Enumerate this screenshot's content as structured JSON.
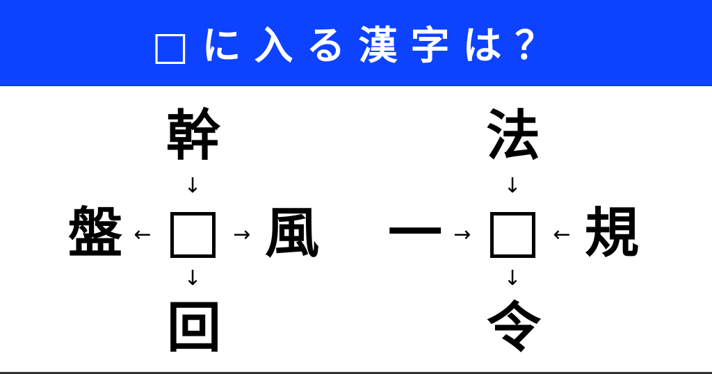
{
  "header": {
    "title": "□に入る漢字は？",
    "background_color": "#0d42ff",
    "text_color": "#ffffff"
  },
  "puzzles": [
    {
      "id": "left",
      "top": "幹",
      "left": "盤",
      "right": "風",
      "bottom": "回",
      "blank": "□",
      "arrows": {
        "top_to_box": "↓",
        "box_to_left": "←",
        "box_to_right": "→",
        "box_to_bottom": "↓"
      }
    },
    {
      "id": "right",
      "top": "法",
      "left": "一",
      "right": "規",
      "bottom": "令",
      "blank": "□",
      "arrows": {
        "top_to_box": "↓",
        "left_to_box": "→",
        "right_to_box": "←",
        "box_to_bottom": "↓"
      }
    }
  ]
}
